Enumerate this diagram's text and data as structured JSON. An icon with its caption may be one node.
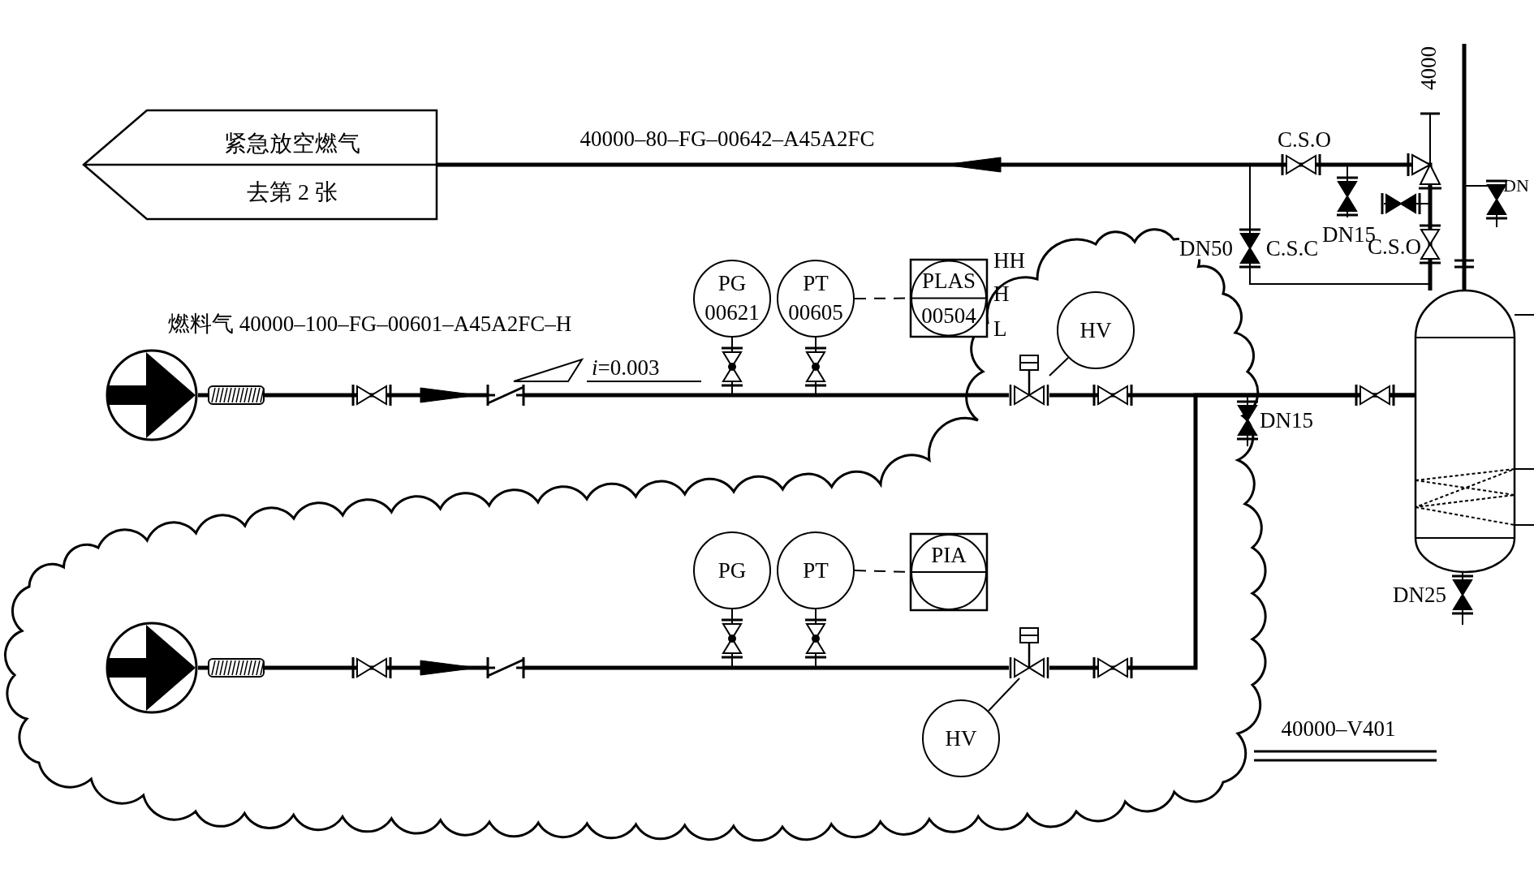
{
  "diagram": {
    "nodes": [
      {
        "text": [
          "紧急放空燃气",
          "去第 2 张"
        ]
      },
      {
        "text": [
          "PG",
          "00621"
        ]
      },
      {
        "text": [
          "PT",
          "00605"
        ]
      },
      {
        "text": [
          "PLAS",
          "00504"
        ],
        "beside": [
          "HH",
          "H",
          "L"
        ]
      },
      {
        "text": [
          "HV"
        ]
      },
      {
        "text": [],
        "shape": "circle"
      },
      {
        "text": [],
        "shape": "cylinder"
      },
      {
        "text": [
          "PG"
        ]
      },
      {
        "text": [
          "PT"
        ]
      },
      {
        "text": [
          "PIA"
        ]
      },
      {
        "text": [],
        "shape": "circle"
      },
      {
        "text": [
          "HV"
        ]
      },
      {
        "text": [],
        "shape": "valve"
      },
      {
        "text": [],
        "shape": "valve"
      }
    ],
    "edges": [
      {
        "from": 6,
        "to": 0,
        "arrow": "to",
        "style": "thick",
        "label": "40000–80–FG–00642–A45A2FC"
      },
      {
        "from": 5,
        "to": 12,
        "arrow": "to",
        "style": "thick"
      },
      {
        "from": 10,
        "to": 13,
        "arrow": "to",
        "style": "thick"
      },
      {
        "from": 2,
        "to": 3,
        "arrow": "none",
        "style": "dashed"
      },
      {
        "from": 8,
        "to": 9,
        "arrow": "none",
        "style": "dashed"
      },
      {
        "from": 4,
        "to": 12,
        "arrow": "none"
      },
      {
        "from": 11,
        "to": 13,
        "arrow": "none"
      },
      {
        "from": 1,
        "to": null,
        "arrow": "none"
      },
      {
        "from": 2,
        "to": null,
        "arrow": "none"
      },
      {
        "from": 7,
        "to": null,
        "arrow": "none"
      },
      {
        "from": 8,
        "to": null,
        "arrow": "none"
      },
      {
        "from": 6,
        "to": null,
        "arrow": "none",
        "style": "thick"
      },
      {
        "from": 6,
        "to": null,
        "arrow": "none"
      },
      {
        "from": 6,
        "to": null,
        "arrow": "none"
      },
      {
        "from": 6,
        "to": null,
        "arrow": "none"
      },
      {
        "from": 6,
        "to": null,
        "arrow": "none"
      },
      {
        "from": 12,
        "to": 6,
        "arrow": "none",
        "style": "thick"
      },
      {
        "from": 13,
        "to": 6,
        "arrow": "none",
        "style": "thick"
      }
    ],
    "labels": [
      "燃料气 40000–100–FG–00601–A45A2FC–H",
      "*i*=0.003",
      "C.S.O",
      "4000",
      "DN",
      "DN50",
      "C.S.C",
      "DN15",
      "C.S.O",
      "DN15",
      "DN25",
      "40000–V401"
    ]
  }
}
